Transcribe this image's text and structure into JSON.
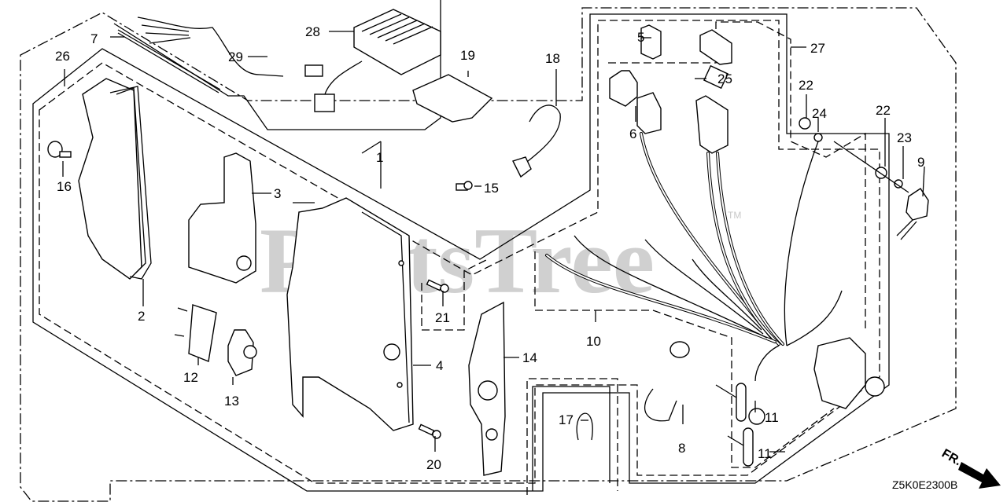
{
  "diagram": {
    "title": "Control Box Parts Diagram",
    "watermark": "PartsTree",
    "watermark_tm": "TM",
    "drawing_code": "Z5K0E2300B",
    "direction_indicator": "FR.",
    "part_labels": [
      {
        "id": "p1",
        "text": "1",
        "part": "control-box-assembly"
      },
      {
        "id": "p2",
        "text": "2",
        "part": "control-box-cover"
      },
      {
        "id": "p3",
        "text": "3",
        "part": "bracket"
      },
      {
        "id": "p4",
        "text": "4",
        "part": "control-panel"
      },
      {
        "id": "p5",
        "text": "5",
        "part": "relay"
      },
      {
        "id": "p6",
        "text": "6",
        "part": "rubber-holder"
      },
      {
        "id": "p7",
        "text": "7",
        "part": "tube"
      },
      {
        "id": "p8",
        "text": "8",
        "part": "wire-clamp"
      },
      {
        "id": "p9",
        "text": "9",
        "part": "diode"
      },
      {
        "id": "p10",
        "text": "10",
        "part": "wire-harness"
      },
      {
        "id": "p11a",
        "text": "11",
        "part": "key"
      },
      {
        "id": "p11b",
        "text": "11",
        "part": "key"
      },
      {
        "id": "p12",
        "text": "12",
        "part": "switch"
      },
      {
        "id": "p13",
        "text": "13",
        "part": "circuit-breaker"
      },
      {
        "id": "p14",
        "text": "14",
        "part": "panel-label"
      },
      {
        "id": "p15",
        "text": "15",
        "part": "screw"
      },
      {
        "id": "p16",
        "text": "16",
        "part": "grommet-bolt"
      },
      {
        "id": "p17",
        "text": "17",
        "part": "clip"
      },
      {
        "id": "p18",
        "text": "18",
        "part": "band"
      },
      {
        "id": "p19",
        "text": "19",
        "part": "cushion"
      },
      {
        "id": "p20",
        "text": "20",
        "part": "screw"
      },
      {
        "id": "p21",
        "text": "21",
        "part": "screw"
      },
      {
        "id": "p22a",
        "text": "22",
        "part": "nut"
      },
      {
        "id": "p22b",
        "text": "22",
        "part": "nut"
      },
      {
        "id": "p23",
        "text": "23",
        "part": "washer"
      },
      {
        "id": "p24",
        "text": "24",
        "part": "washer"
      },
      {
        "id": "p25",
        "text": "25",
        "part": "fuse"
      },
      {
        "id": "p26",
        "text": "26",
        "part": "control-box-kit"
      },
      {
        "id": "p27",
        "text": "27",
        "part": "fuse-cover"
      },
      {
        "id": "p28",
        "text": "28",
        "part": "regulator"
      },
      {
        "id": "p29",
        "text": "29",
        "part": "sub-harness"
      }
    ]
  }
}
